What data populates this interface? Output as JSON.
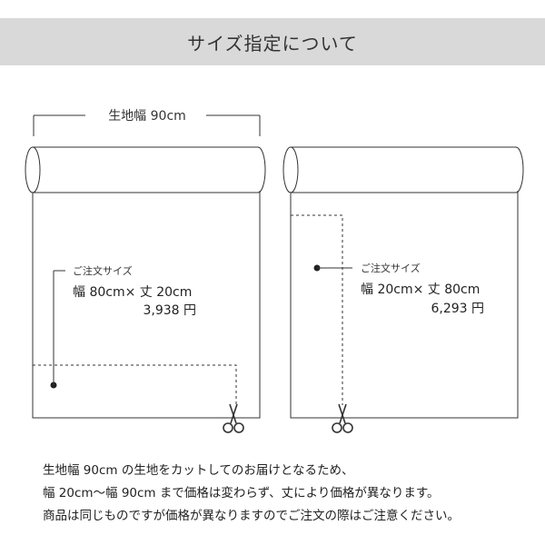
{
  "header": {
    "title": "サイズ指定について"
  },
  "fabric_width_label": "生地幅 90cm",
  "orders": [
    {
      "label": "ご注文サイズ",
      "size": "幅 80cm× 丈 20cm",
      "price": "3,938 円"
    },
    {
      "label": "ご注文サイズ",
      "size": "幅 20cm× 丈 80cm",
      "price": "6,293 円"
    }
  ],
  "description": [
    "生地幅 90cm の生地をカットしてのお届けとなるため、",
    "幅 20cm〜幅 90cm まで価格は変わらず、丈により価格が異なります。",
    "商品は同じものですが価格が異なりますのでご注文の際はご注意ください。"
  ],
  "icons": {
    "cut_marker": "scissors-icon",
    "pointer": "dot-marker"
  },
  "colors": {
    "header_bg": "#d9d9d9",
    "line": "#333333",
    "text": "#222222"
  }
}
